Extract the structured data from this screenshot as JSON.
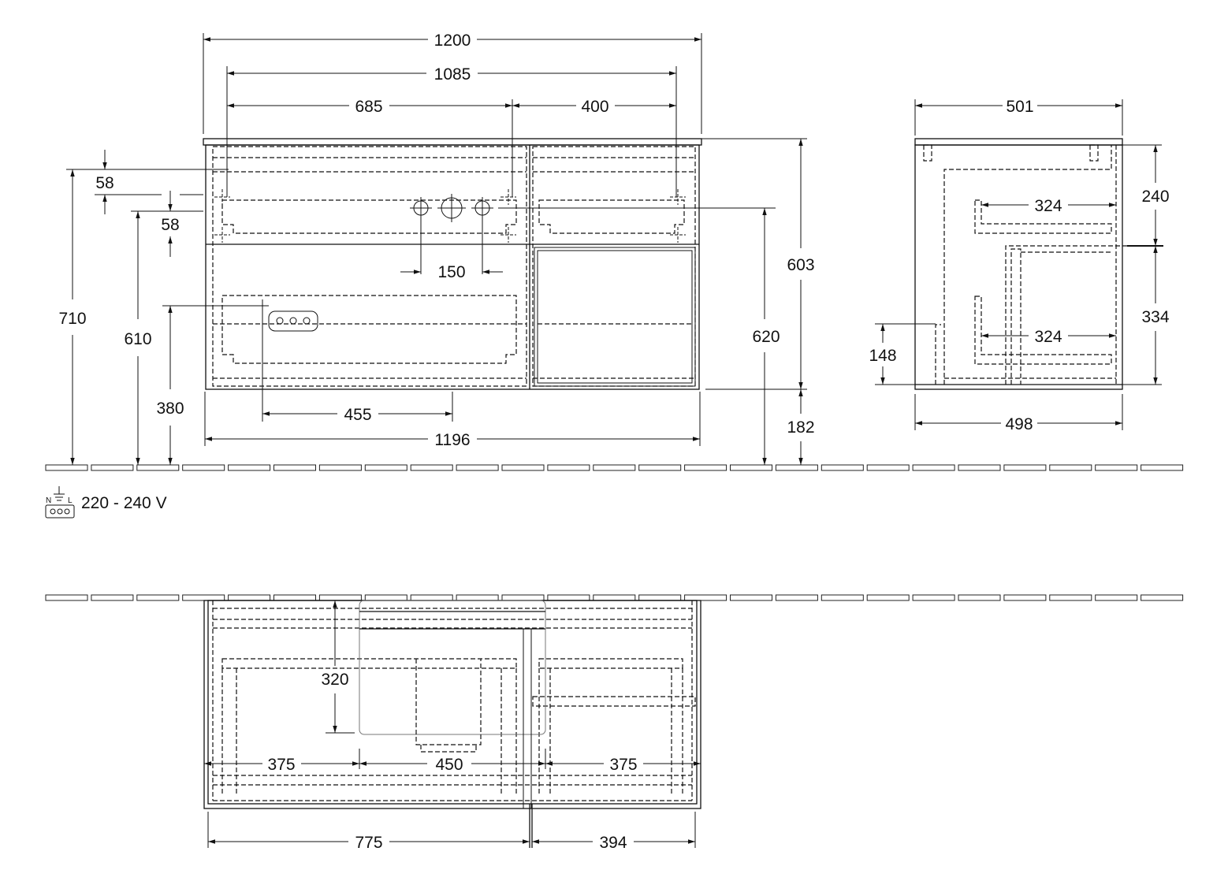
{
  "front_view": {
    "width_overall": "1200",
    "width_inner": "1085",
    "left_to_tap": "685",
    "right_section": "400",
    "height_overall": "710",
    "height_610": "610",
    "socket_height": "380",
    "top_offset_1": "58",
    "top_offset_2": "58",
    "tap_spacing": "150",
    "socket_offset": "455",
    "width_bottom": "1196",
    "body_height": "603",
    "drawer_top_height": "620",
    "floor_clearance": "182"
  },
  "side_view": {
    "depth_top": "501",
    "depth_bottom": "498",
    "upper_drawer_height": "240",
    "lower_drawer_height": "334",
    "upper_drawer_depth": "324",
    "lower_drawer_depth": "324",
    "socket_height": "148"
  },
  "power": {
    "symbol_labels": [
      "N",
      "L"
    ],
    "voltage": "220 - 240 V"
  },
  "plan_view": {
    "depth": "320",
    "left_section": "375",
    "middle_section": "450",
    "right_section": "375",
    "left_width": "775",
    "right_width": "394"
  }
}
